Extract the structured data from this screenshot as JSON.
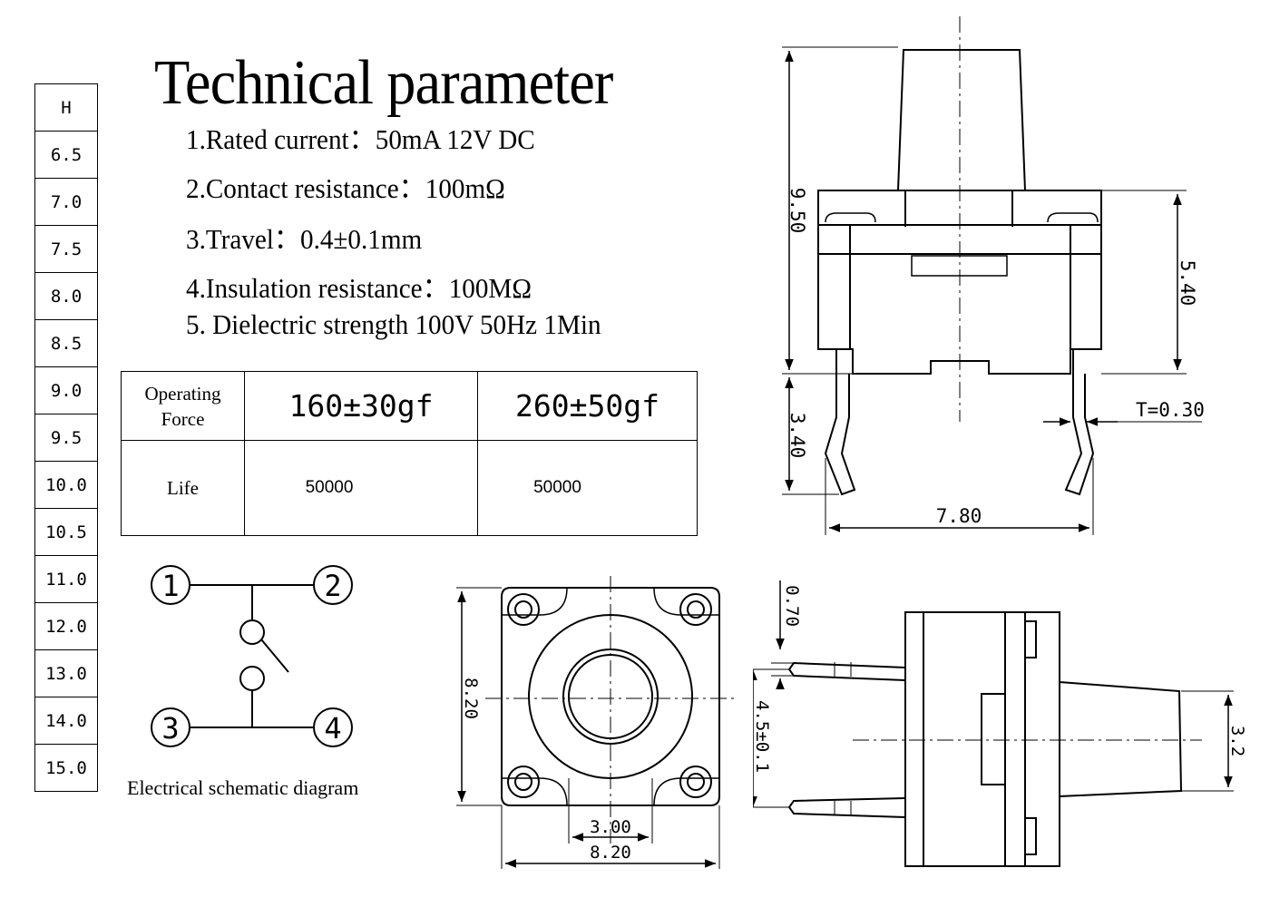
{
  "title": "Technical parameter",
  "parameters": [
    "1.Rated current：50mA 12V DC",
    "2.Contact resistance：100mΩ",
    "3.Travel：0.4±0.1mm",
    "4.Insulation resistance：100MΩ",
    "5. Dielectric strength 100V 50Hz 1Min"
  ],
  "height_table": {
    "header": "H",
    "values": [
      "6.5",
      "7.0",
      "7.5",
      "8.0",
      "8.5",
      "9.0",
      "9.5",
      "10.0",
      "10.5",
      "11.0",
      "12.0",
      "13.0",
      "14.0",
      "15.0"
    ]
  },
  "force_table": {
    "operating_force_label_1": "Operating",
    "operating_force_label_2": "Force",
    "force_1": "160±30gf",
    "force_2": "260±50gf",
    "life_label": "Life",
    "life_1": "50000",
    "life_2": "50000"
  },
  "schematic": {
    "caption": "Electrical schematic diagram",
    "pins": [
      "1",
      "2",
      "3",
      "4"
    ]
  },
  "dimensions": {
    "side_total_height": "9.50",
    "side_body_height": "5.40",
    "side_pin_length": "3.40",
    "pin_thickness": "T=0.30",
    "side_pin_span": "7.80",
    "top_height": "8.20",
    "top_width": "8.20",
    "top_inner": "3.00",
    "pin_width": "0.70",
    "pin_pitch": "4.5±0.1",
    "actuator_dia": "3.2"
  }
}
